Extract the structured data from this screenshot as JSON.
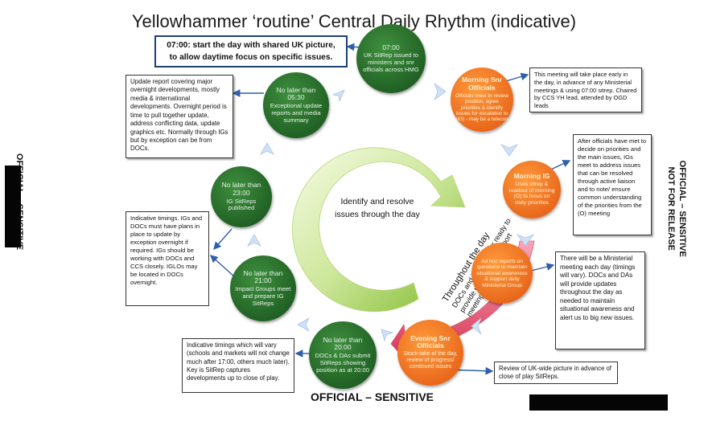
{
  "title": "Yellowhammer ‘routine’ Central Daily Rhythm (indicative)",
  "markings": {
    "left": "OFFICIAL – SENSITIVE",
    "right_line1": "OFFICIAL – SENSITIVE",
    "right_line2": "NOT FOR RELEASE",
    "bottom": "OFFICIAL – SENSITIVE"
  },
  "centre": {
    "text": "Identify and resolve issues through the day",
    "throughout_title": "Throughout the day",
    "throughout_line1": "DOCs and DAs monitor ready to",
    "throughout_line2": "provide updates and support",
    "throughout_line3": "meetings as short notice."
  },
  "nodes": {
    "sitrep_0700": {
      "heading": "07:00",
      "body": "UK SitRep issued to ministers and snr officials across HMG"
    },
    "morning_snr": {
      "heading": "Morning Snr Officials",
      "body": "Officials meet to review position, agree priorities & identify issues for escalation to (IG) - may be a telecon"
    },
    "morning_ig": {
      "heading": "Morning IG",
      "body": "Uses sitrep & readout of morning (O) to focus on daily priorities"
    },
    "adhoc": {
      "heading": "",
      "body": "Ad hoc reports on questions to maintain situational awareness & support daily Ministerial Group"
    },
    "evening_snr": {
      "heading": "Evening Snr Officials",
      "body": "Stock-take of the day, review of progress/ continued issues"
    },
    "docs_2000": {
      "heading": "No later than 20:00",
      "body": "DOCs & DAs submit SitReps showing position as at 20:00"
    },
    "impact_2100": {
      "heading": "No later than 21:00",
      "body": "Impact Groups meet and prepare IG SitReps"
    },
    "ig_2300": {
      "heading": "No later than 23:00",
      "body": "IG SitReps published"
    },
    "exceptional_0530": {
      "heading": "No later than 05:30",
      "body": "Exceptional update reports and media summary"
    }
  },
  "boxes": {
    "start_day": "07:00: start the day with shared UK picture, to allow daytime focus on specific issues.",
    "meeting_early": "This meeting will take place early in the day, in advance of any Ministerial meetings & using 07:00 sitrep. Chaired by CCS YH lead, attended by OGD leads",
    "update_report": "Update report covering major overnight developments, mostly media & international developments. Overnight period is time to pull together update, address conflicting data, update graphics etc. Normally through IGs but by exception can be from DOCs.",
    "after_officials": "After officials have met to decide on priorities and the main issues, IGs meet to address issues that can be resolved through active liaison and to note/ ensure common understanding of the priorities from the (O) meeting",
    "indicative_igs": "Indicative timings. IGs and DOCs must have plans in place to update by exception overnight if required. IGs should be working with DOCs and CCS closely. IGLOs may be located in DOCs overnight.",
    "ministerial": "There will be a Ministerial meeting each day (timings will vary). DOCs and DAs will provide updates throughout the day as needed to maintain situational awareness and alert us to big new issues.",
    "indicative_vary": "Indicative timings which will vary (schools and markets will not change much after 17:00, others much later). Key is SitRep captures developments up to close of play.",
    "review_uk": "Review of UK-wide picture in advance of close of play SitReps."
  },
  "colors": {
    "green_node": "#2a6f2e",
    "orange_node": "#f47b20",
    "arrow_blue": "#2f5fa8",
    "chevron_light": "#cfe1f7",
    "centre_arrow": "#9fcf4a",
    "pink_arrow": "#ee6f8a"
  }
}
